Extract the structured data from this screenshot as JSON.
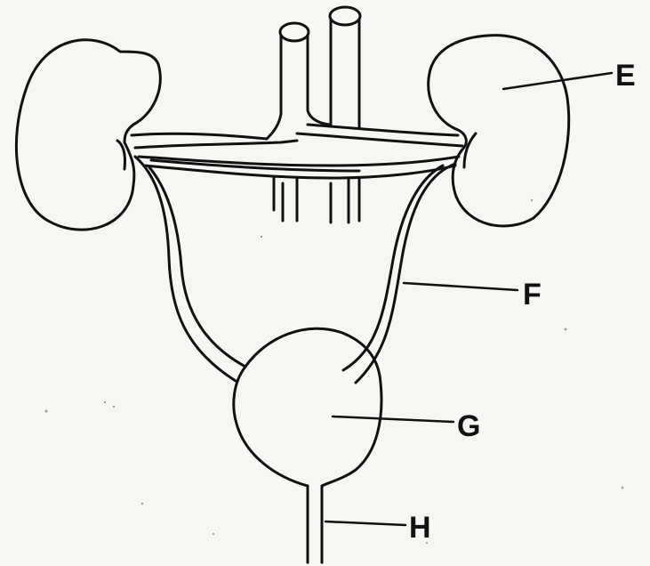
{
  "diagram": {
    "labels": {
      "e": "E",
      "f": "F",
      "g": "G",
      "h": "H"
    },
    "colors": {
      "ink": "#111111",
      "paper": "#f7f6f3"
    }
  }
}
